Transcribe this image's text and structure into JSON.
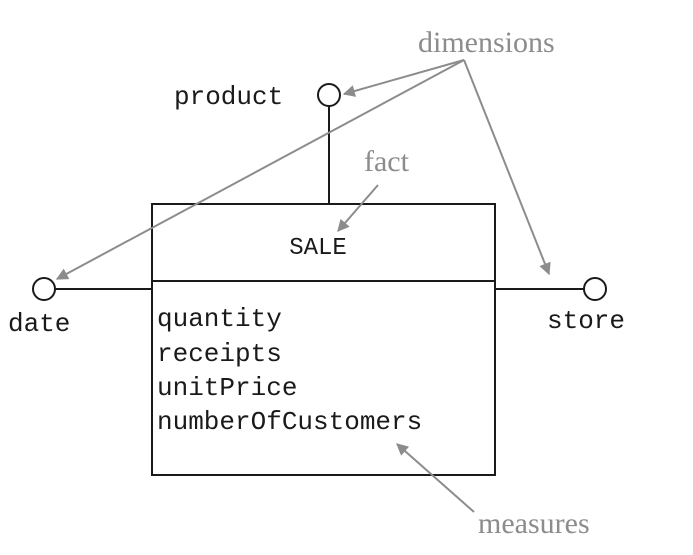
{
  "colors": {
    "structure": "#1a1a1a",
    "annotation": "#8c8c8c",
    "background": "#ffffff"
  },
  "fact": {
    "name": "SALE",
    "measures": [
      "quantity",
      "receipts",
      "unitPrice",
      "numberOfCustomers"
    ]
  },
  "dimensions": {
    "product": "product",
    "date": "date",
    "store": "store"
  },
  "annotations": {
    "dimensions": "dimensions",
    "fact": "fact",
    "measures": "measures"
  }
}
